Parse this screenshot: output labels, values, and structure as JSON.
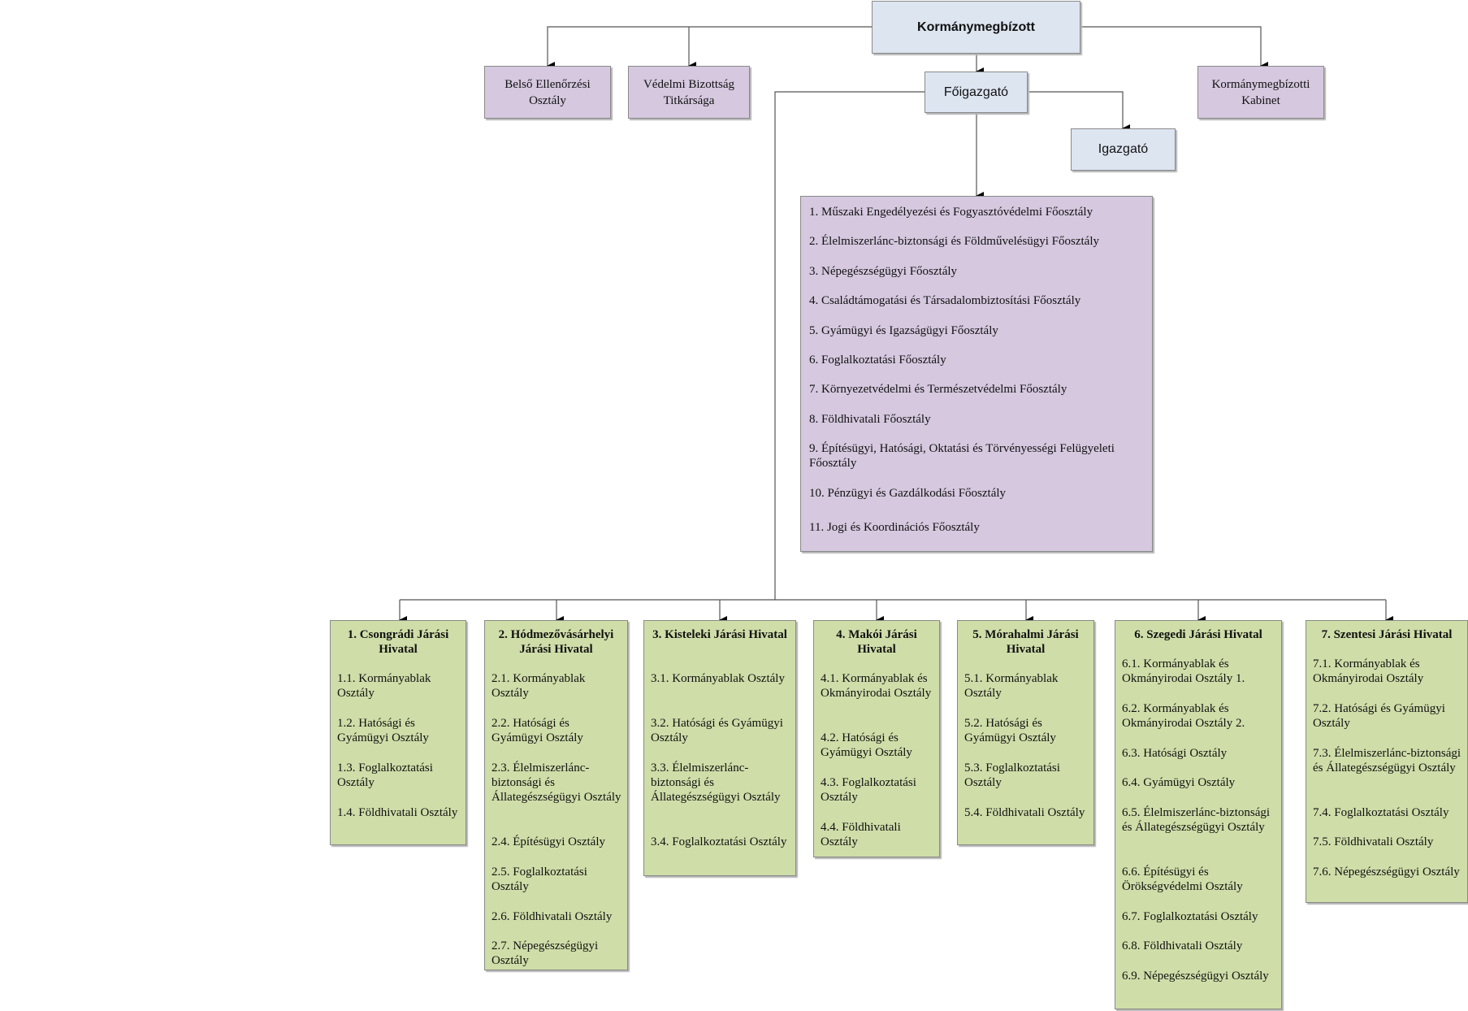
{
  "top": {
    "kormanymegbizott": "Kormánymegbízott",
    "belso_ellenorzesi": "Belső Ellenőrzési Osztály",
    "vedelmi_bizottsag": "Védelmi Bizottság Titkársága",
    "kabinet": "Kormánymegbízotti Kabinet",
    "foigazgato": "Főigazgató",
    "igazgato": "Igazgató"
  },
  "departments": [
    "1. Műszaki Engedélyezési és Fogyasztóvédelmi Főosztály",
    "2. Élelmiszerlánc-biztonsági és Földművelésügyi Főosztály",
    "3. Népegészségügyi Főosztály",
    "4. Családtámogatási és Társadalombiztosítási Főosztály",
    "5. Gyámügyi és Igazságügyi Főosztály",
    "6. Foglalkoztatási Főosztály",
    "7. Környezetvédelmi és Természetvédelmi Főosztály",
    "8. Földhivatali Főosztály",
    "9. Építésügyi, Hatósági, Oktatási és Törvényességi Felügyeleti Főosztály",
    "10. Pénzügyi és Gazdálkodási Főosztály",
    "11. Jogi és Koordinációs Főosztály"
  ],
  "district_offices": [
    {
      "title": "1. Csongrádi Járási Hivatal",
      "items": [
        "1.1. Kormányablak Osztály",
        "1.2. Hatósági és Gyámügyi Osztály",
        "1.3. Foglalkoztatási Osztály",
        "1.4. Földhivatali Osztály"
      ]
    },
    {
      "title": "2. Hódmezővásárhelyi Járási Hivatal",
      "items": [
        "2.1. Kormányablak Osztály",
        "2.2. Hatósági és Gyámügyi Osztály",
        "2.3. Élelmiszerlánc-biztonsági és Állategészségügyi Osztály",
        "2.4. Építésügyi Osztály",
        "2.5. Foglalkoztatási Osztály",
        "2.6. Földhivatali Osztály",
        "2.7. Népegészségügyi Osztály"
      ]
    },
    {
      "title": "3. Kisteleki Járási Hivatal",
      "items": [
        "3.1. Kormányablak Osztály",
        "3.2. Hatósági és Gyámügyi Osztály",
        "3.3. Élelmiszerlánc-biztonsági és Állategészségügyi Osztály",
        "3.4. Foglalkoztatási Osztály"
      ]
    },
    {
      "title": "4. Makói Járási Hivatal",
      "items": [
        "4.1. Kormányablak és Okmányirodai Osztály",
        "4.2. Hatósági és Gyámügyi Osztály",
        "4.3. Foglalkoztatási Osztály",
        "4.4. Földhivatali Osztály"
      ]
    },
    {
      "title": "5. Mórahalmi Járási Hivatal",
      "items": [
        "5.1. Kormányablak Osztály",
        "5.2. Hatósági és Gyámügyi Osztály",
        "5.3. Foglalkoztatási Osztály",
        "5.4. Földhivatali Osztály"
      ]
    },
    {
      "title": "6. Szegedi Járási Hivatal",
      "items": [
        "6.1. Kormányablak és Okmányirodai Osztály 1.",
        "6.2. Kormányablak és Okmányirodai Osztály 2.",
        "6.3. Hatósági Osztály",
        "6.4. Gyámügyi Osztály",
        "6.5. Élelmiszerlánc-biztonsági és Állategészségügyi Osztály",
        "6.6. Építésügyi és Örökségvédelmi Osztály",
        "6.7. Foglalkoztatási Osztály",
        "6.8. Földhivatali Osztály",
        "6.9. Népegészségügyi Osztály"
      ]
    },
    {
      "title": "7. Szentesi Járási Hivatal",
      "items": [
        "7.1. Kormányablak és Okmányirodai Osztály",
        "7.2. Hatósági és Gyámügyi Osztály",
        "7.3. Élelmiszerlánc-biztonsági és Állategészségügyi Osztály",
        "7.4. Foglalkoztatási Osztály",
        "7.5. Földhivatali Osztály",
        "7.6. Népegészségügyi Osztály"
      ]
    }
  ]
}
